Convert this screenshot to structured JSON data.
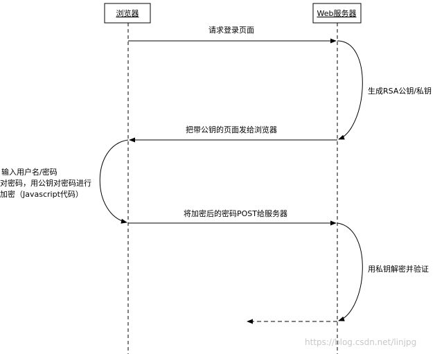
{
  "participants": {
    "browser": "浏览器",
    "server": "Web服务器"
  },
  "messages": [
    {
      "id": "m1",
      "text": "请求登录页面"
    },
    {
      "id": "m2",
      "text": "生成RSA公钥/私钥"
    },
    {
      "id": "m3",
      "text": "把带公钥的页面发给浏览器"
    },
    {
      "id": "m4",
      "lines": [
        "输入用户名/密码",
        "对密码，用公钥对密码进行",
        "加密（Javascript代码）"
      ]
    },
    {
      "id": "m5",
      "text": "将加密后的密码POST给服务器"
    },
    {
      "id": "m6",
      "text": "用私钥解密并验证"
    }
  ],
  "watermark": "https://blog.csdn.net/linjpg"
}
